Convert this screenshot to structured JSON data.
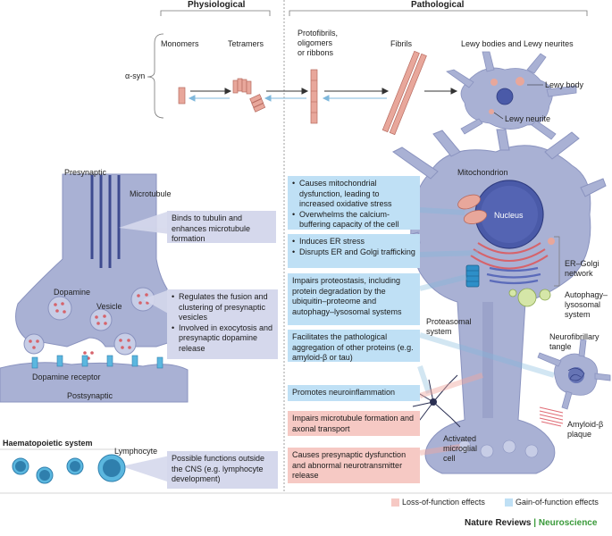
{
  "header": {
    "physiological": "Physiological",
    "pathological": "Pathological"
  },
  "asyn_row": {
    "label": "α-syn",
    "monomers": "Monomers",
    "tetramers": "Tetramers",
    "protofibrils": "Protofibrils,\noligomers\nor ribbons",
    "fibrils": "Fibrils",
    "lewy": "Lewy bodies and Lewy neurites",
    "lewy_body": "Lewy body",
    "lewy_neurite": "Lewy neurite"
  },
  "synapse": {
    "presynaptic": "Presynaptic",
    "microtubule": "Microtubule",
    "dopamine": "Dopamine",
    "vesicle": "Vesicle",
    "dopamine_receptor": "Dopamine receptor",
    "postsynaptic": "Postsynaptic"
  },
  "hematopoietic": {
    "title": "Haematopoietic system",
    "lymphocyte": "Lymphocyte"
  },
  "physio_boxes": {
    "tubulin": "Binds to tubulin and enhances microtubule formation",
    "vesicles": [
      "Regulates the fusion and clustering of presynaptic vesicles",
      "Involved in exocytosis and presynaptic dopamine release"
    ],
    "cns": "Possible functions outside the CNS (e.g. lymphocyte development)"
  },
  "patho_boxes": {
    "mito": [
      "Causes mitochondrial dysfunction, leading to increased oxidative stress",
      "Overwhelms the calcium-buffering capacity of the cell"
    ],
    "er": [
      "Induces ER stress",
      "Disrupts ER and Golgi trafficking"
    ],
    "proteostasis": "Impairs proteostasis, including protein degradation by the ubiquitin–proteome and autophagy–lysosomal systems",
    "aggregation": "Facilitates the pathological aggregation of other proteins (e.g. amyloid-β or tau)",
    "inflammation": "Promotes neuroinflammation",
    "microtubule": "Impairs microtubule formation and axonal transport",
    "presynaptic": "Causes presynaptic dysfunction and abnormal neurotransmitter release"
  },
  "cell_labels": {
    "mitochondrion": "Mitochondrion",
    "nucleus": "Nucleus",
    "er_golgi": "ER–Golgi\nnetwork",
    "autophagy": "Autophagy–\nlysosomal\nsystem",
    "proteasomal": "Proteasomal\nsystem",
    "tangle": "Neurofibrillary\ntangle",
    "amyloid": "Amyloid-β\nplaque",
    "microglia": "Activated\nmicroglial\ncell"
  },
  "legend": {
    "loss": "Loss-of-function effects",
    "gain": "Gain-of-function effects"
  },
  "credit": {
    "journal": "Nature Reviews",
    "separator": " | ",
    "section": "Neuroscience"
  },
  "colors": {
    "gain": "#bfe0f5",
    "loss": "#f6c9c4",
    "physio": "#d5d8ec",
    "neuron": "#a9b1d4",
    "neuron_dark": "#8a93bf",
    "accent_green": "#3a9a3a"
  }
}
